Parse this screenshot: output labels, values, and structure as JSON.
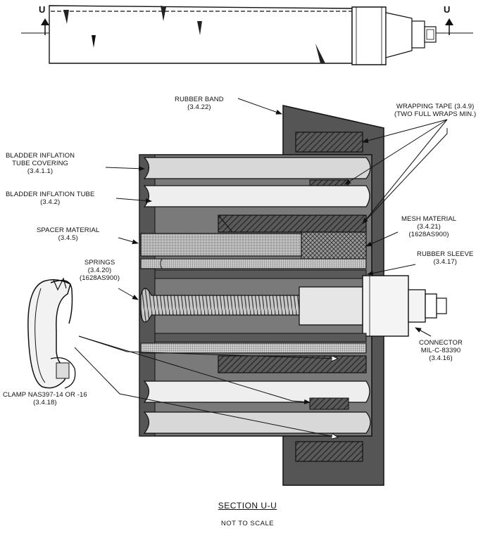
{
  "section": {
    "cut_label_left": "U",
    "cut_label_right": "U",
    "title": "SECTION U-U",
    "subtitle": "NOT TO SCALE"
  },
  "labels": {
    "rubber_band": [
      "RUBBER BAND",
      "(3.4.22)"
    ],
    "wrapping_tape": [
      "WRAPPING TAPE (3.4.9)",
      "(TWO FULL WRAPS MIN.)"
    ],
    "bladder_covering": [
      "BLADDER INFLATION",
      "TUBE COVERING",
      "(3.4.1.1)"
    ],
    "bladder_tube": [
      "BLADDER INFLATION TUBE",
      "(3.4.2)"
    ],
    "spacer": [
      "SPACER MATERIAL",
      "(3.4.5)"
    ],
    "mesh": [
      "MESH MATERIAL",
      "(3.4.21)",
      "(1628AS900)"
    ],
    "springs": [
      "SPRINGS",
      "(3.4.20)",
      "(1628AS900)"
    ],
    "rubber_sleeve": [
      "RUBBER SLEEVE",
      "(3.4.17)"
    ],
    "connector": [
      "CONNECTOR",
      "MIL-C-83390",
      "(3.4.16)"
    ],
    "clamp": [
      "CLAMP NAS397-14 OR -16",
      "(3.4.18)"
    ]
  },
  "colors": {
    "dark": "#555555",
    "mid": "#8a8a8a",
    "light": "#d8d8d8",
    "line": "#111111"
  }
}
